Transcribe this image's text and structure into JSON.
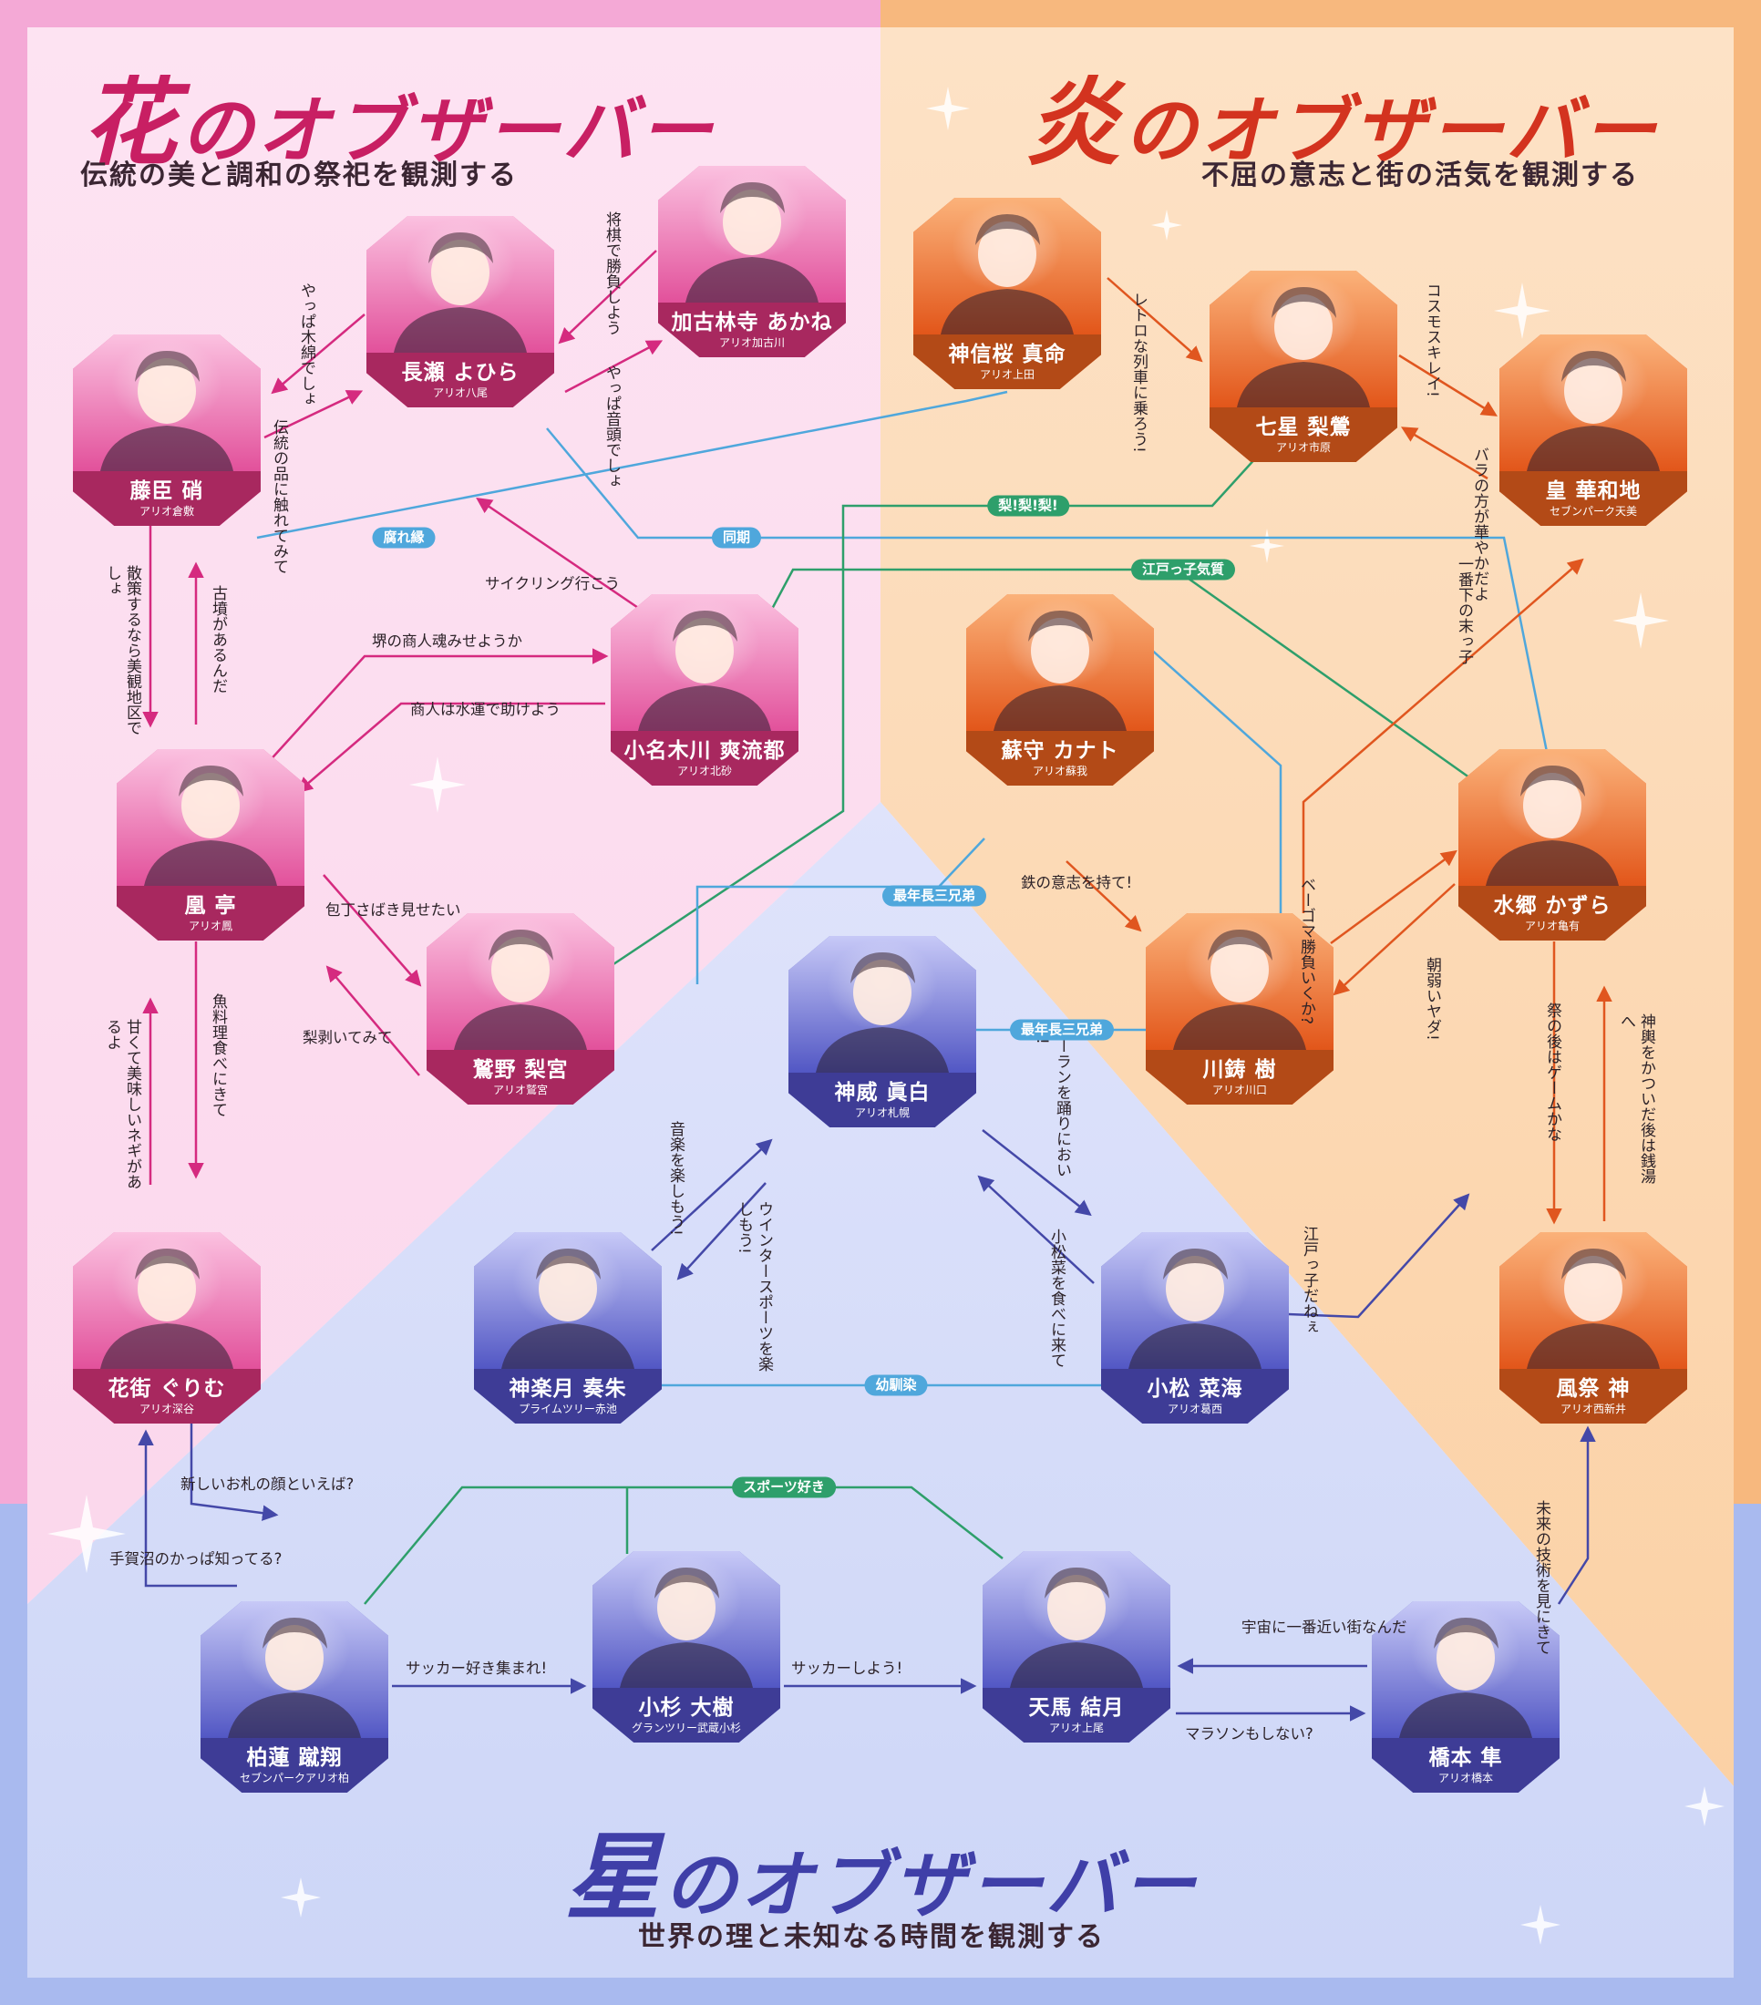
{
  "sections": {
    "flower": {
      "title_char": "花",
      "title_rest": "のオブザーバー",
      "subtitle": "伝統の美と調和の祭祀を観測する",
      "color": "#c81f63"
    },
    "flame": {
      "title_char": "炎",
      "title_rest": "のオブザーバー",
      "subtitle": "不屈の意志と街の活気を観測する",
      "color": "#d3331f"
    },
    "star": {
      "title_char": "星",
      "title_rest": "のオブザーバー",
      "subtitle": "世界の理と未知なる時間を観測する",
      "color": "#3f3fa8"
    }
  },
  "characters": [
    {
      "id": "fujiomi",
      "name": "藤臣 硝",
      "station": "アリオ倉敷",
      "group": "flower"
    },
    {
      "id": "nagase",
      "name": "長瀬 よひら",
      "station": "アリオ八尾",
      "group": "flower"
    },
    {
      "id": "kakogawa",
      "name": "加古林寺 あかね",
      "station": "アリオ加古川",
      "group": "flower"
    },
    {
      "id": "otori",
      "name": "凰 亭",
      "station": "アリオ鳳",
      "group": "flower"
    },
    {
      "id": "konagi",
      "name": "小名木川 爽流都",
      "station": "アリオ北砂",
      "group": "flower"
    },
    {
      "id": "washino",
      "name": "鷲野 梨宮",
      "station": "アリオ鷲宮",
      "group": "flower"
    },
    {
      "id": "hanamachi",
      "name": "花街 ぐりむ",
      "station": "アリオ深谷",
      "group": "flower"
    },
    {
      "id": "kamishin",
      "name": "神信桜 真命",
      "station": "アリオ上田",
      "group": "flame"
    },
    {
      "id": "nanahoshi",
      "name": "七星 梨鶯",
      "station": "アリオ市原",
      "group": "flame"
    },
    {
      "id": "sumera",
      "name": "皇 華和地",
      "station": "セブンパーク天美",
      "group": "flame"
    },
    {
      "id": "somori",
      "name": "蘇守 カナト",
      "station": "アリオ蘇我",
      "group": "flame"
    },
    {
      "id": "kawai",
      "name": "川鋳 樹",
      "station": "アリオ川口",
      "group": "flame"
    },
    {
      "id": "mizusato",
      "name": "水郷 かずら",
      "station": "アリオ亀有",
      "group": "flame"
    },
    {
      "id": "kazamatsuri",
      "name": "風祭 神",
      "station": "アリオ西新井",
      "group": "flame"
    },
    {
      "id": "kamui",
      "name": "神威 眞白",
      "station": "アリオ札幌",
      "group": "star"
    },
    {
      "id": "kaguratsuki",
      "name": "神楽月 奏朱",
      "station": "プライムツリー赤池",
      "group": "star"
    },
    {
      "id": "komatsu",
      "name": "小松 菜海",
      "station": "アリオ葛西",
      "group": "star"
    },
    {
      "id": "kashiwa",
      "name": "柏蓮 蹴翔",
      "station": "セブンパークアリオ柏",
      "group": "star"
    },
    {
      "id": "kosugi",
      "name": "小杉 大樹",
      "station": "グランツリー武蔵小杉",
      "group": "star"
    },
    {
      "id": "tenma",
      "name": "天馬 結月",
      "station": "アリオ上尾",
      "group": "star"
    },
    {
      "id": "hashimoto",
      "name": "橋本 隼",
      "station": "アリオ橋本",
      "group": "star"
    }
  ],
  "messages": [
    {
      "text": "やっぱ木綿でしょ",
      "from": "nagase",
      "to": "fujiomi"
    },
    {
      "text": "伝統の品に触れてみて",
      "from": "fujiomi",
      "to": "nagase"
    },
    {
      "text": "将棋で勝負しよう",
      "from": "kakogawa",
      "to": "nagase"
    },
    {
      "text": "やっぱ音頭でしょ",
      "from": "nagase",
      "to": "kakogawa"
    },
    {
      "text": "散策するなら美観地区でしょ",
      "from": "fujiomi",
      "to": "otori"
    },
    {
      "text": "古墳があるんだ",
      "from": "otori",
      "to": "fujiomi"
    },
    {
      "text": "サイクリング行こう",
      "from": "konagi",
      "to": "nagase"
    },
    {
      "text": "堺の商人魂みせようか",
      "from": "otori",
      "to": "konagi"
    },
    {
      "text": "商人は水運で助けよう",
      "from": "konagi",
      "to": "otori"
    },
    {
      "text": "包丁さばき見せたい",
      "from": "otori",
      "to": "washino"
    },
    {
      "text": "梨剥いてみて",
      "from": "washino",
      "to": "otori"
    },
    {
      "text": "魚料理食べにきて",
      "from": "otori",
      "to": "hanamachi"
    },
    {
      "text": "甘くて美味しいネギがあるよ",
      "from": "hanamachi",
      "to": "otori"
    },
    {
      "text": "レトロな列車に乗ろう!",
      "from": "kamishin",
      "to": "nanahoshi"
    },
    {
      "text": "コスモスキレイ!",
      "from": "nanahoshi",
      "to": "sumera"
    },
    {
      "text": "バラの方が華やかだよ",
      "from": "sumera",
      "to": "nanahoshi"
    },
    {
      "text": "一番下の末っ子",
      "from": "kawai",
      "to": "sumera"
    },
    {
      "text": "鉄の意志を持て!",
      "from": "somori",
      "to": "kawai"
    },
    {
      "text": "ベーゴマ勝負いくか?",
      "from": "kawai",
      "to": "mizusato"
    },
    {
      "text": "朝弱いヤダ!",
      "from": "mizusato",
      "to": "kawai"
    },
    {
      "text": "祭の後はゲームかな",
      "from": "mizusato",
      "to": "kazamatsuri"
    },
    {
      "text": "神輿をかついだ後は銭湯へ",
      "from": "kazamatsuri",
      "to": "mizusato"
    },
    {
      "text": "音楽を楽しもう!",
      "from": "kaguratsuki",
      "to": "kamui"
    },
    {
      "text": "ウインタースポーツを楽しもう!",
      "from": "kamui",
      "to": "kaguratsuki"
    },
    {
      "text": "ソーランを踊りにおいで!",
      "from": "kamui",
      "to": "komatsu"
    },
    {
      "text": "小松菜を食べに来て",
      "from": "komatsu",
      "to": "kamui"
    },
    {
      "text": "江戸っ子だねぇ",
      "from": "komatsu",
      "to": "mizusato"
    },
    {
      "text": "新しいお札の顔といえば?",
      "from": "hanamachi",
      "to": "kashiwa"
    },
    {
      "text": "手賀沼のかっぱ知ってる?",
      "from": "kashiwa",
      "to": "hanamachi"
    },
    {
      "text": "サッカー好き集まれ!",
      "from": "kashiwa",
      "to": "kosugi"
    },
    {
      "text": "サッカーしよう!",
      "from": "kosugi",
      "to": "tenma"
    },
    {
      "text": "宇宙に一番近い街なんだ",
      "from": "hashimoto",
      "to": "tenma"
    },
    {
      "text": "マラソンもしない?",
      "from": "tenma",
      "to": "hashimoto"
    },
    {
      "text": "未来の技術を見にきて",
      "from": "hashimoto",
      "to": "kazamatsuri"
    }
  ],
  "relations": [
    {
      "label": "腐れ縁",
      "members": [
        "fujiomi",
        "kamishin"
      ],
      "color": "#4fa7dc"
    },
    {
      "label": "同期",
      "members": [
        "nagase",
        "mizusato"
      ],
      "color": "#4fa7dc"
    },
    {
      "label": "梨!梨!梨!",
      "members": [
        "washino",
        "nanahoshi"
      ],
      "color": "#2e9f6b"
    },
    {
      "label": "江戸っ子気質",
      "members": [
        "konagi",
        "mizusato"
      ],
      "color": "#2e9f6b"
    },
    {
      "label": "最年長三兄弟",
      "members": [
        "somori",
        "kawai",
        "kamui"
      ],
      "color": "#4fa7dc"
    },
    {
      "label": "幼馴染",
      "members": [
        "kaguratsuki",
        "komatsu"
      ],
      "color": "#4fa7dc"
    },
    {
      "label": "スポーツ好き",
      "members": [
        "kashiwa",
        "kosugi",
        "tenma"
      ],
      "color": "#2e9f6b"
    }
  ],
  "palette": {
    "flower_card": "#a8285f",
    "flame_card": "#b34a17",
    "star_card": "#3e3c96",
    "arrow_flower": "#d52a7f",
    "arrow_flame": "#e0561f",
    "arrow_star": "#4448a8"
  }
}
